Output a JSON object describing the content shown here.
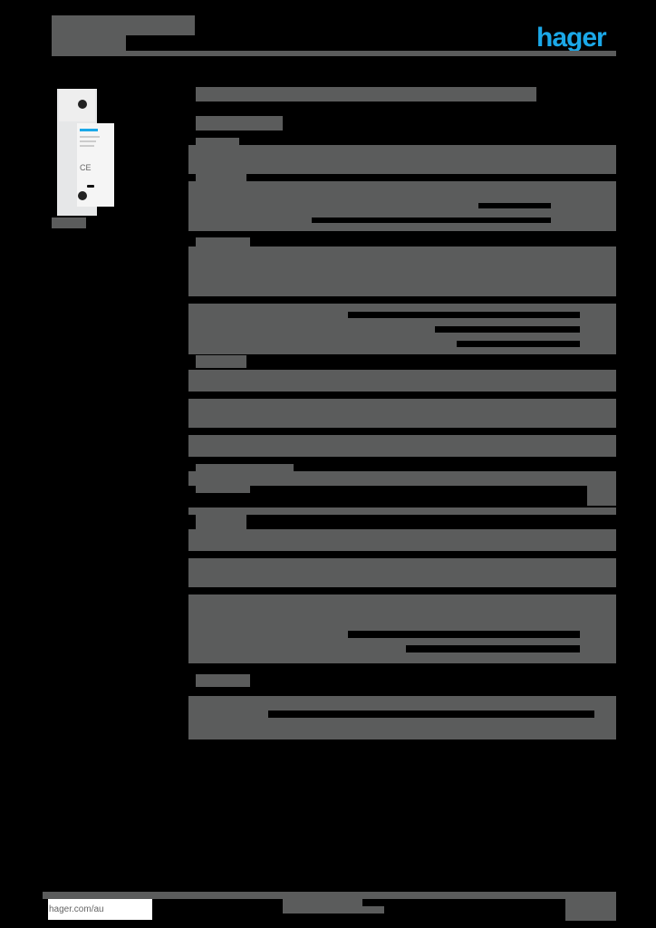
{
  "header": {
    "brand_logo": "hager",
    "brand_color": "#1ba8e8"
  },
  "product_image": {
    "description": "modular surge protection device, single pole, DIN rail"
  },
  "footer": {
    "website": "hager.com/au"
  },
  "colors": {
    "background": "#000000",
    "redaction_block": "#5b5c5c"
  }
}
